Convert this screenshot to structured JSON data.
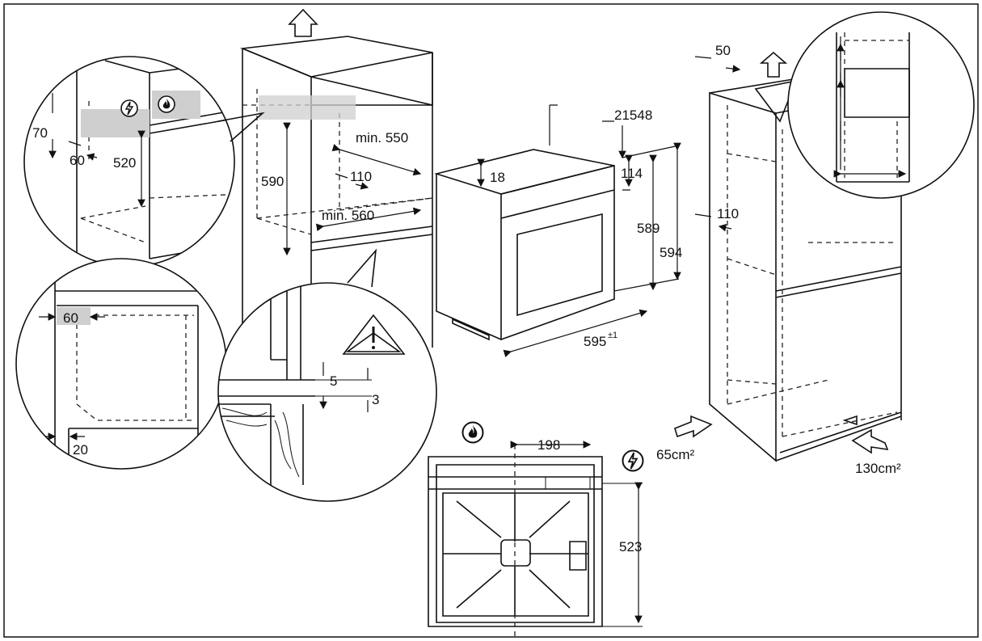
{
  "dimensions": {
    "d50": "50",
    "d70": "70",
    "d60_top": "60",
    "d520": "520",
    "d590": "590",
    "min550": "min. 550",
    "d110_mid": "110",
    "min560": "min. 560",
    "d18": "18",
    "d21548": "21548",
    "d114": "114",
    "d589": "589",
    "d594": "594",
    "d595": "595",
    "d595_tol": "±1",
    "d110_right": "110",
    "d60_box": "60",
    "d20": "20",
    "d5": "5",
    "d3": "3",
    "d198": "198",
    "d523": "523",
    "vent_65": "65cm²",
    "vent_130": "130cm²"
  },
  "icons": {
    "electric": "lightning-circle",
    "gas": "flame-circle",
    "warning": "warning-triangle",
    "air_flow": "arrow"
  }
}
